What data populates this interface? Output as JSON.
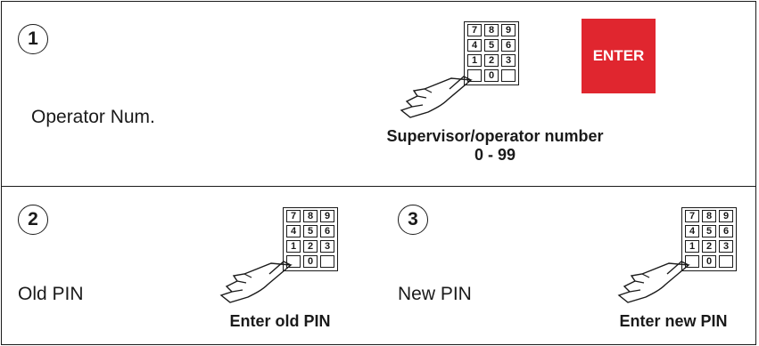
{
  "steps": [
    {
      "number": "1",
      "label": "Operator Num.",
      "caption_line1": "Supervisor/operator number",
      "caption_line2": "0 - 99",
      "button": "ENTER"
    },
    {
      "number": "2",
      "label": "Old PIN",
      "caption": "Enter old PIN"
    },
    {
      "number": "3",
      "label": "New PIN",
      "caption": "Enter new PIN"
    }
  ],
  "keypad": {
    "rows": [
      [
        "7",
        "8",
        "9"
      ],
      [
        "4",
        "5",
        "6"
      ],
      [
        "1",
        "2",
        "3"
      ],
      [
        "",
        "0",
        ""
      ]
    ]
  },
  "colors": {
    "enter_bg": "#e0262f",
    "enter_text": "#ffffff",
    "line": "#1a1a1a"
  },
  "icons": {
    "hand": "pointing-hand-icon",
    "keypad": "keypad-icon"
  }
}
